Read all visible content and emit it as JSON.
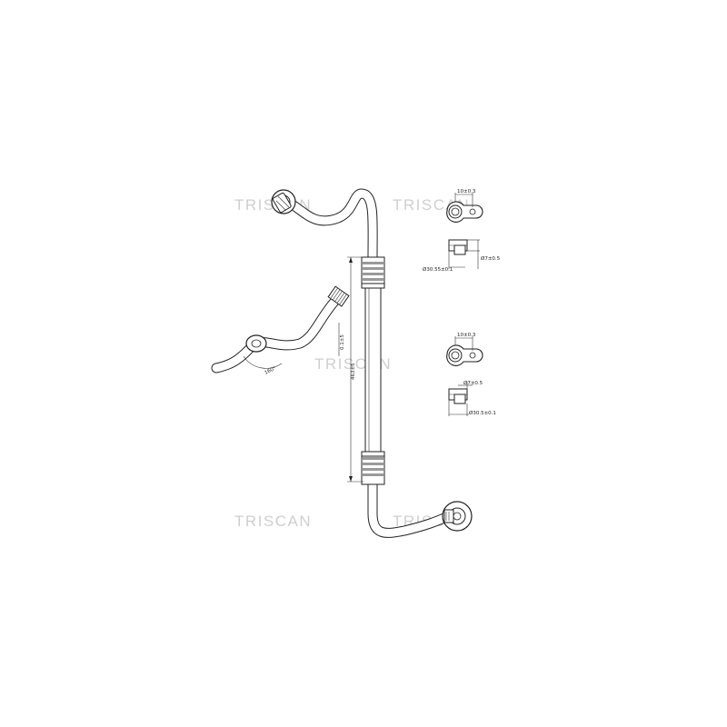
{
  "watermarks": [
    "TRISCAN",
    "TRISCAN",
    "TRISCAN",
    "TRISCAN",
    "TRISCAN"
  ],
  "dimensions": {
    "total_length": "463±5",
    "segment_length": "0.1±5",
    "bend_angle": "160°",
    "upper_fitting": {
      "width": "10±0.3",
      "bore": "Ø7±0.5",
      "outer": "Ø30.55±0.1"
    },
    "lower_fitting": {
      "width": "10±0.3",
      "bore": "Ø7±0.5",
      "outer": "Ø30.5±0.1"
    }
  }
}
